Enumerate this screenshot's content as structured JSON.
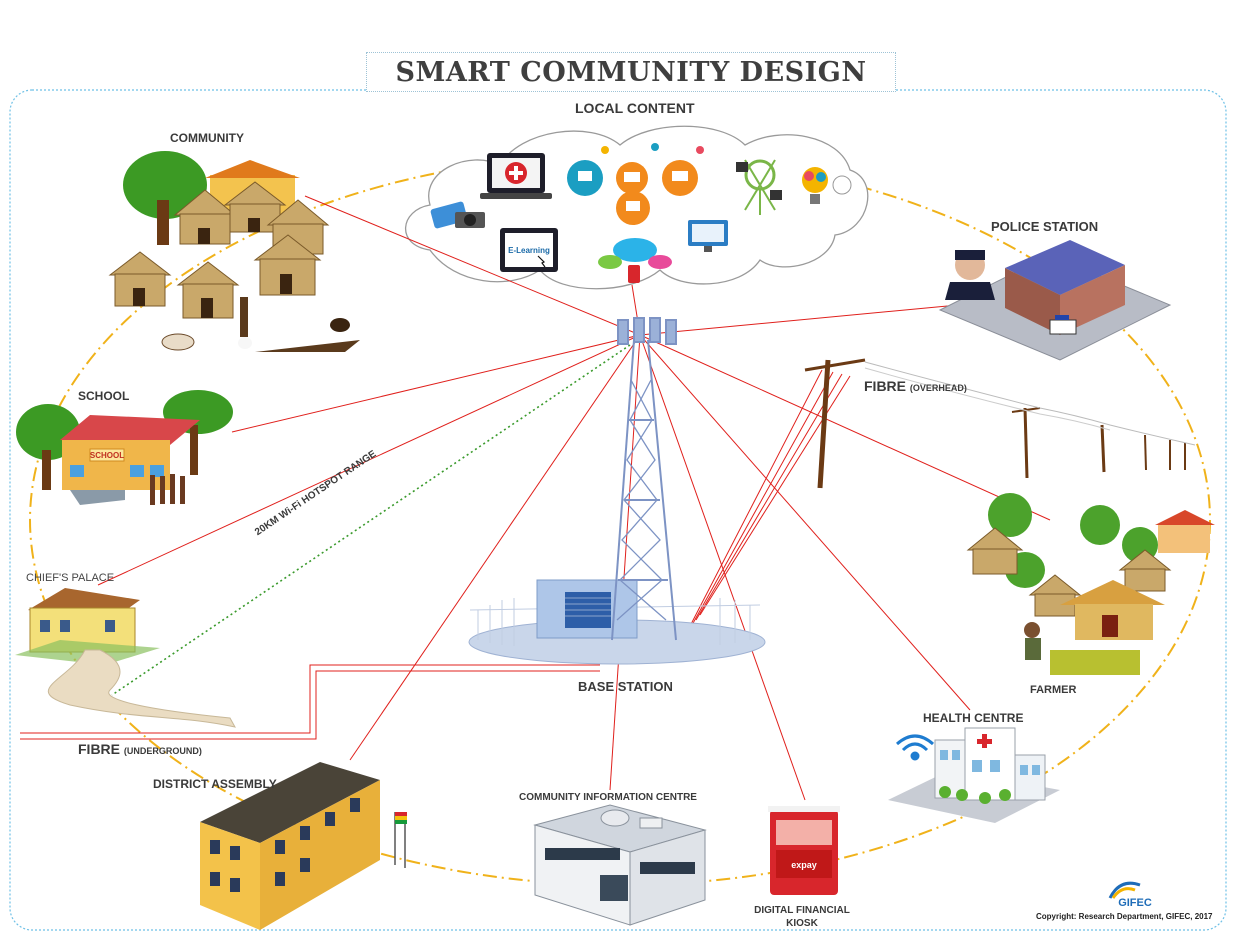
{
  "title": "SMART COMMUNITY DESIGN",
  "nodes": {
    "local_content": "LOCAL CONTENT",
    "community": "COMMUNITY",
    "police_station": "POLICE STATION",
    "school": "SCHOOL",
    "chiefs_palace": "CHIEF'S PALACE",
    "base_station": "BASE STATION",
    "farmer": "FARMER",
    "health_centre": "HEALTH CENTRE",
    "district_assembly": "DISTRICT ASSEMBLY",
    "community_information_centre": "COMMUNITY INFORMATION CENTRE",
    "digital_financial_kiosk": "DIGITAL FINANCIAL KIOSK"
  },
  "fibre_overhead": {
    "main": "FIBRE",
    "sub": "(OVERHEAD)"
  },
  "fibre_underground": {
    "main": "FIBRE",
    "sub": "(UNDERGROUND)"
  },
  "wifi_range": "20KM Wi-Fi HOTSPOT RANGE",
  "local_content_icons": {
    "elearning": "E-Learning"
  },
  "school_sign": "SCHOOL",
  "kiosk_brand": "expay",
  "logo_text": "GIFEC",
  "copyright": "Copyright: Research Department, GIFEC, 2017",
  "colors": {
    "link_line": "#e0201c",
    "ring": "#f0b21a",
    "wifi_range": "#3a9a2c",
    "boundary": "#6ec0e6",
    "tower": "#7d93c4"
  }
}
